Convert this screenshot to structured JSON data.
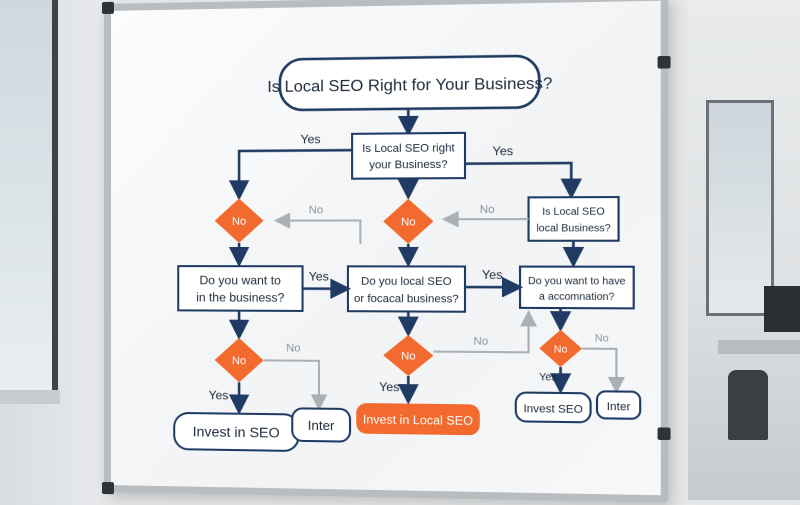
{
  "title": "Is Local SEO Right for Your Business?",
  "q1_line1": "Is Local SEO right",
  "q1_line2": "your Business?",
  "q_right_line1": "Is Local SEO",
  "q_right_line2": "local Business?",
  "q_left_line1": "Do you want to",
  "q_left_line2": "in the business?",
  "q_mid_line1": "Do you local SEO",
  "q_mid_line2": "or focacal business?",
  "q_right2_line1": "Do you want to have",
  "q_right2_line2": "a accomnation?",
  "decision_no": "No",
  "edge_yes": "Yes",
  "edge_no": "No",
  "outcome_invest_seo": "Invest in SEO",
  "outcome_inter_left": "Inter",
  "outcome_invest_local": "Invest in Local SEO",
  "outcome_invest_seo_right": "Invest SEO",
  "outcome_inter_right": "Inter",
  "colors": {
    "navy": "#1f3b63",
    "orange": "#f26a2e",
    "gray": "#a9b0b6",
    "text": "#1c2a3a"
  }
}
